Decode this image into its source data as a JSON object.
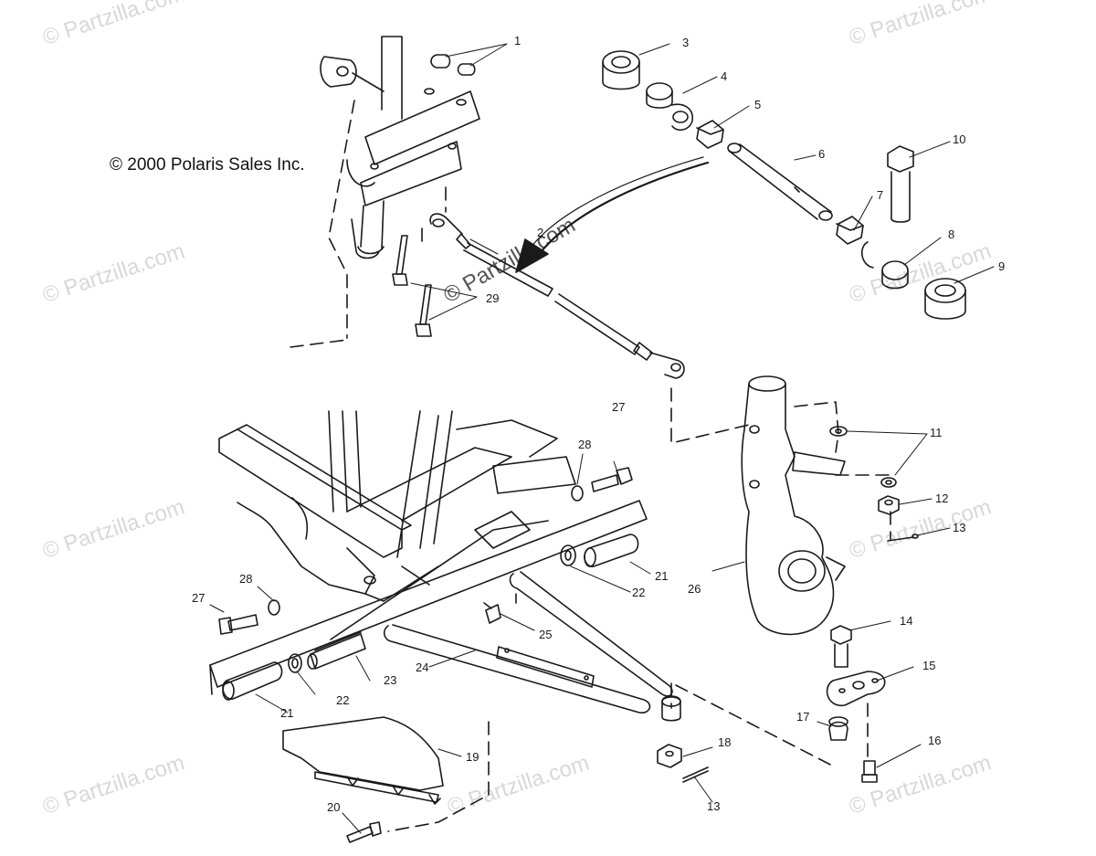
{
  "copyright": "© 2000 Polaris Sales Inc.",
  "watermark": "© Partzilla.com",
  "callouts": [
    "1",
    "2",
    "3",
    "4",
    "5",
    "6",
    "7",
    "8",
    "9",
    "10",
    "11",
    "12",
    "13",
    "13",
    "14",
    "15",
    "16",
    "17",
    "18",
    "19",
    "20",
    "21",
    "21",
    "22",
    "22",
    "23",
    "24",
    "25",
    "26",
    "27",
    "27",
    "28",
    "28",
    "29"
  ],
  "colors": {
    "line": "#1a1a1a",
    "watermark": "#d8d8d8"
  }
}
